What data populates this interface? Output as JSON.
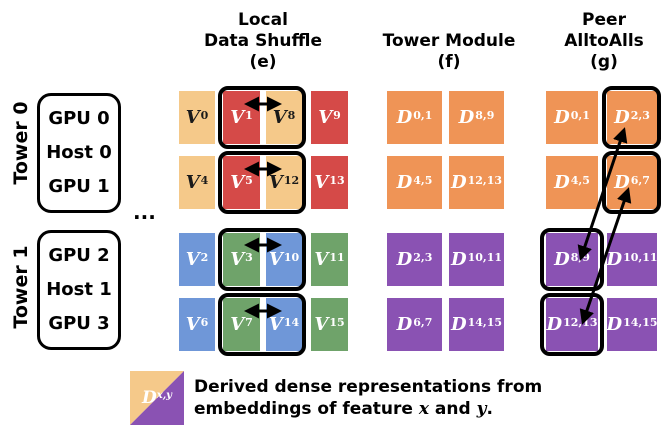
{
  "headers": {
    "e": {
      "line1": "Local",
      "line2": "Data Shuffle",
      "line3": "(e)"
    },
    "f": {
      "line1": "Tower Module",
      "line2": "(f)"
    },
    "g": {
      "line1": "Peer",
      "line2": "AlltoAlls",
      "line3": "(g)"
    }
  },
  "towers": [
    {
      "label": "Tower 0",
      "rows": [
        "GPU 0",
        "Host 0",
        "GPU 1"
      ]
    },
    {
      "label": "Tower 1",
      "rows": [
        "GPU 2",
        "Host 1",
        "GPU 3"
      ]
    }
  ],
  "ellipsis": "...",
  "colors": {
    "yellow": "#f5c98a",
    "red": "#d54a48",
    "blue": "#6f97d8",
    "green": "#6fa36a",
    "orange": "#ef9456",
    "purple": "#8a52b3"
  },
  "local_shuffle": [
    [
      {
        "base": "V",
        "sup": "0",
        "color": "yellow",
        "text_color": "dark"
      },
      {
        "base": "V",
        "sup": "1",
        "color": "red",
        "text_color": "light"
      },
      {
        "base": "V",
        "sup": "8",
        "color": "yellow",
        "text_color": "dark"
      },
      {
        "base": "V",
        "sup": "9",
        "color": "red",
        "text_color": "light"
      }
    ],
    [
      {
        "base": "V",
        "sup": "4",
        "color": "yellow",
        "text_color": "dark"
      },
      {
        "base": "V",
        "sup": "5",
        "color": "red",
        "text_color": "light"
      },
      {
        "base": "V",
        "sup": "12",
        "color": "yellow",
        "text_color": "dark"
      },
      {
        "base": "V",
        "sup": "13",
        "color": "red",
        "text_color": "light"
      }
    ],
    [
      {
        "base": "V",
        "sup": "2",
        "color": "blue",
        "text_color": "light"
      },
      {
        "base": "V",
        "sup": "3",
        "color": "green",
        "text_color": "light"
      },
      {
        "base": "V",
        "sup": "10",
        "color": "blue",
        "text_color": "light"
      },
      {
        "base": "V",
        "sup": "11",
        "color": "green",
        "text_color": "light"
      }
    ],
    [
      {
        "base": "V",
        "sup": "6",
        "color": "blue",
        "text_color": "light"
      },
      {
        "base": "V",
        "sup": "7",
        "color": "green",
        "text_color": "light"
      },
      {
        "base": "V",
        "sup": "14",
        "color": "blue",
        "text_color": "light"
      },
      {
        "base": "V",
        "sup": "15",
        "color": "green",
        "text_color": "light"
      }
    ]
  ],
  "tower_module": [
    [
      {
        "base": "D",
        "sup": "0,1",
        "color": "orange"
      },
      {
        "base": "D",
        "sup": "8,9",
        "color": "orange"
      }
    ],
    [
      {
        "base": "D",
        "sup": "4,5",
        "color": "orange"
      },
      {
        "base": "D",
        "sup": "12,13",
        "color": "orange"
      }
    ],
    [
      {
        "base": "D",
        "sup": "2,3",
        "color": "purple"
      },
      {
        "base": "D",
        "sup": "10,11",
        "color": "purple"
      }
    ],
    [
      {
        "base": "D",
        "sup": "6,7",
        "color": "purple"
      },
      {
        "base": "D",
        "sup": "14,15",
        "color": "purple"
      }
    ]
  ],
  "peer_alltoall": [
    [
      {
        "base": "D",
        "sup": "0,1",
        "color": "orange"
      },
      {
        "base": "D",
        "sup": "2,3",
        "color": "orange"
      }
    ],
    [
      {
        "base": "D",
        "sup": "4,5",
        "color": "orange"
      },
      {
        "base": "D",
        "sup": "6,7",
        "color": "orange"
      }
    ],
    [
      {
        "base": "D",
        "sup": "8,9",
        "color": "purple"
      },
      {
        "base": "D",
        "sup": "10,11",
        "color": "purple"
      }
    ],
    [
      {
        "base": "D",
        "sup": "12,13",
        "color": "purple"
      },
      {
        "base": "D",
        "sup": "14,15",
        "color": "purple"
      }
    ]
  ],
  "legend": {
    "swatch_base": "D",
    "swatch_sup": "x,y",
    "line1": "Derived dense representations from",
    "line2_prefix": "embeddings of feature ",
    "var_x": "x",
    "line2_mid": " and ",
    "var_y": "y",
    "line2_suffix": "."
  }
}
